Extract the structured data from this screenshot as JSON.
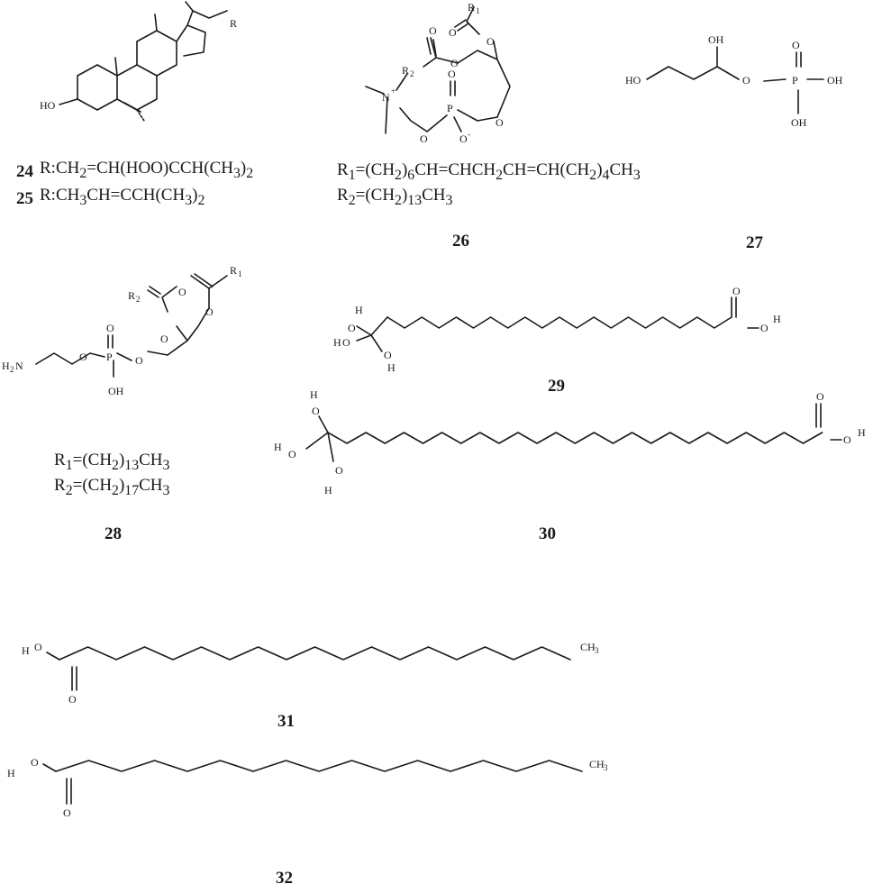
{
  "figure": {
    "compounds": [
      {
        "id": "24",
        "label": "24",
        "formula_html": "R:CH<sub>2</sub>=CH(HOO)CCH(CH<sub>3</sub>)<sub>2</sub>"
      },
      {
        "id": "25",
        "label": "25",
        "formula_html": "R:CH<sub>3</sub>CH=CCH(CH<sub>3</sub>)<sub>2</sub>"
      },
      {
        "id": "26",
        "label": "26",
        "r1": "R<sub>1</sub>=(CH<sub>2</sub>)<sub>6</sub>CH=CHCH<sub>2</sub>CH=CH(CH<sub>2</sub>)<sub>4</sub>CH<sub>3</sub>",
        "r2": "R<sub>2</sub>=(CH<sub>2</sub>)<sub>13</sub>CH<sub>3</sub>"
      },
      {
        "id": "27",
        "label": "27"
      },
      {
        "id": "28",
        "label": "28",
        "r1": "R<sub>1</sub>=(CH<sub>2</sub>)<sub>13</sub>CH<sub>3</sub>",
        "r2": "R<sub>2</sub>=(CH<sub>2</sub>)<sub>17</sub>CH<sub>3</sub>"
      },
      {
        "id": "29",
        "label": "29"
      },
      {
        "id": "30",
        "label": "30"
      },
      {
        "id": "31",
        "label": "31"
      },
      {
        "id": "32",
        "label": "32"
      }
    ],
    "atom_labels": {
      "HO": "HO",
      "OH": "OH",
      "O": "O",
      "P": "P",
      "H": "H",
      "N": "N",
      "R": "R",
      "R1": "R",
      "R2": "R",
      "sub1": "1",
      "sub2": "2",
      "CH3": "CH",
      "sub3": "3",
      "H2N": "H",
      "NH2sub": "2",
      "Nplus": "+",
      "Ominus": "-"
    }
  }
}
